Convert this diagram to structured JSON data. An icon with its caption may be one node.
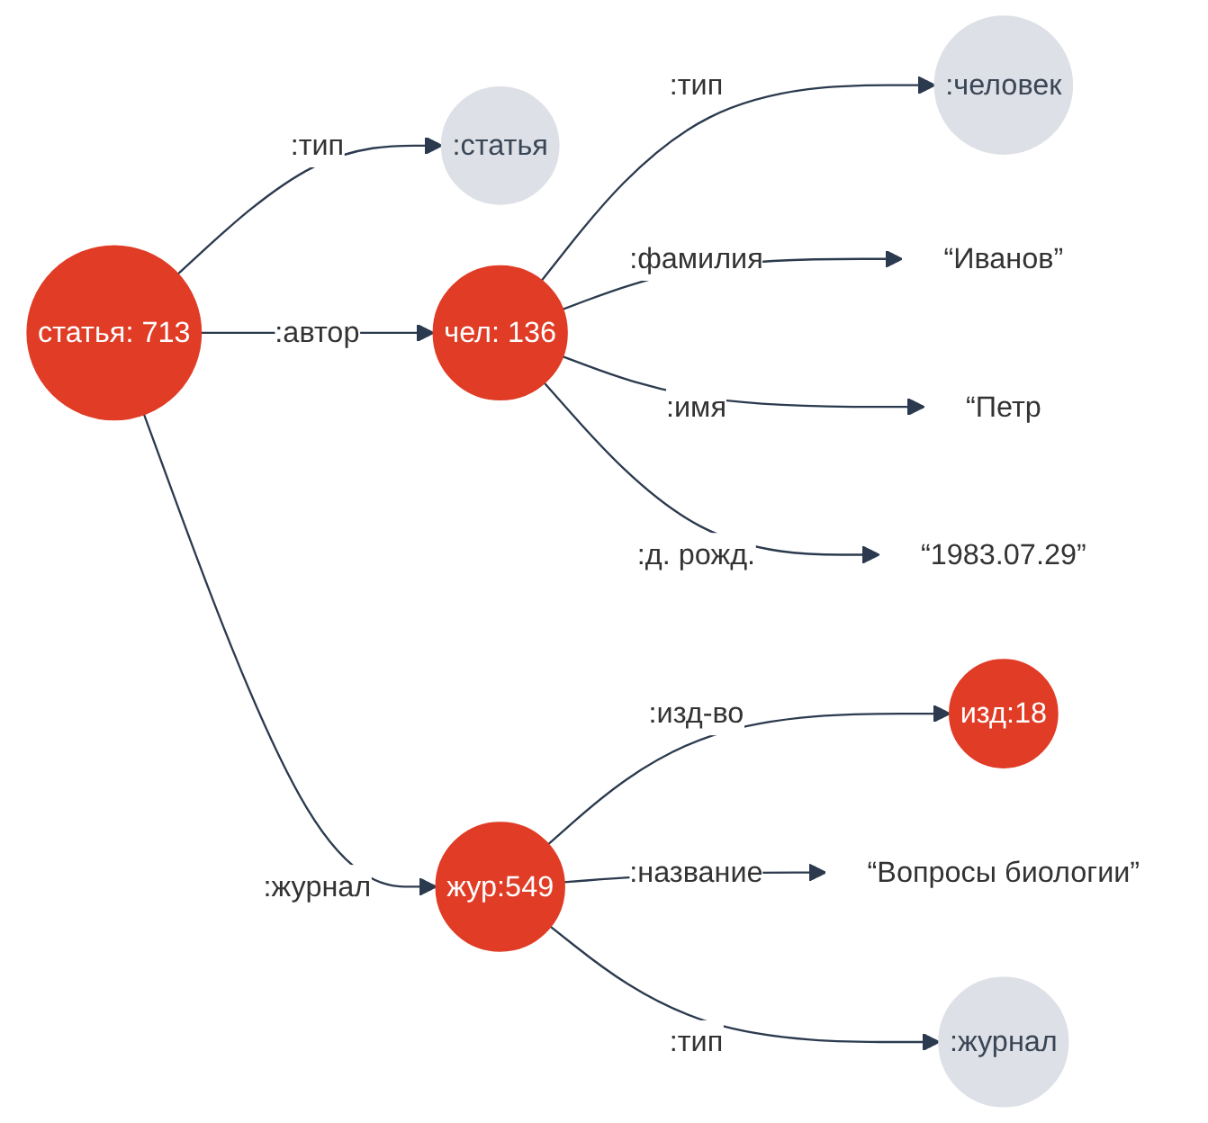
{
  "diagram": {
    "nodes": [
      {
        "text": [
          ":статья"
        ]
      },
      {
        "text": [
          "статья: 713"
        ]
      },
      {
        "text": [
          ":человек"
        ]
      },
      {
        "text": [
          "чел: 136"
        ]
      },
      {
        "text": [
          "“Иванов”"
        ]
      },
      {
        "text": [
          "“Петр"
        ]
      },
      {
        "text": [
          "“1983.07.29”"
        ]
      },
      {
        "text": [
          "жур:549"
        ]
      },
      {
        "text": [
          "изд:18"
        ]
      },
      {
        "text": [
          "“Вопросы биологии”"
        ]
      },
      {
        "text": [
          ":журнал"
        ]
      }
    ],
    "edges": [
      {
        "from": 1,
        "to": 0,
        "arrow": "to",
        "label": ":тип"
      },
      {
        "from": 1,
        "to": 3,
        "arrow": "to",
        "label": ":автор"
      },
      {
        "from": 3,
        "to": 2,
        "arrow": "to",
        "label": ":тип"
      },
      {
        "from": 3,
        "to": 4,
        "arrow": "to",
        "label": ":фамилия"
      },
      {
        "from": 3,
        "to": 5,
        "arrow": "to",
        "label": ":имя"
      },
      {
        "from": 3,
        "to": 6,
        "arrow": "to",
        "label": ":д. рожд."
      },
      {
        "from": 1,
        "to": 7,
        "arrow": "to",
        "label": ":журнал"
      },
      {
        "from": 7,
        "to": 8,
        "arrow": "to",
        "label": ":изд-во"
      },
      {
        "from": 7,
        "to": 9,
        "arrow": "to",
        "label": ":название"
      },
      {
        "from": 7,
        "to": 10,
        "arrow": "to",
        "label": ":тип"
      }
    ]
  }
}
